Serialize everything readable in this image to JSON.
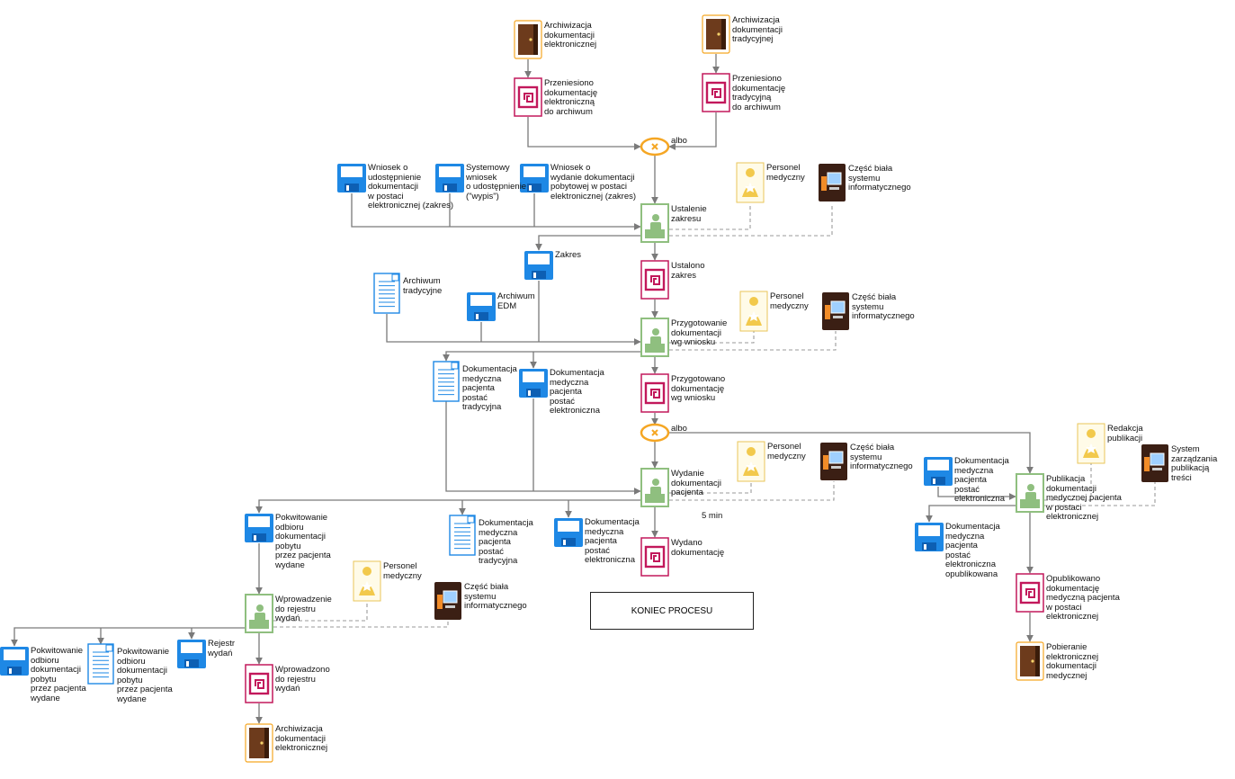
{
  "colors": {
    "process": "#8fbf7f",
    "event": "#c2185b",
    "document": "#1e88e5",
    "gateway": "#f5a623",
    "door": "#6d3b1c",
    "person": "#f2c94c",
    "system": "#3b1f14",
    "connector": "#7a7a7a"
  },
  "gateway_label": "albo",
  "time_label": "5 min",
  "end_label": "KONIEC PROCESU",
  "nodes": [
    {
      "id": "d1",
      "type": "door",
      "label": "Archiwizacja\ndokumentacji\nelektronicznej"
    },
    {
      "id": "d2",
      "type": "door",
      "label": "Archiwizacja\ndokumentacji\ntradycyjnej"
    },
    {
      "id": "e1",
      "type": "event",
      "label": "Przeniesiono\ndokumentację\nelektroniczną\ndo archiwum"
    },
    {
      "id": "e2",
      "type": "event",
      "label": "Przeniesiono\ndokumentację\ntradycyjną\ndo archiwum"
    },
    {
      "id": "f1",
      "type": "floppy",
      "label": "Wniosek o\nudostępnienie\ndokumentacji\nw postaci\nelektronicznej (zakres)"
    },
    {
      "id": "f2",
      "type": "floppy",
      "label": "Systemowy\nwniosek\no udostępnienie\n(\"wypis\")"
    },
    {
      "id": "f3",
      "type": "floppy",
      "label": "Wniosek o\nwydanie dokumentacji\npobytowej w postaci\nelektronicznej (zakres)"
    },
    {
      "id": "pe1",
      "type": "person",
      "label": "Personel\nmedyczny"
    },
    {
      "id": "s1",
      "type": "system",
      "label": "Część biała\nsystemu\ninformatycznego"
    },
    {
      "id": "p1",
      "type": "process",
      "label": "Ustalenie\nzakresu"
    },
    {
      "id": "f4",
      "type": "floppy",
      "label": "Zakres"
    },
    {
      "id": "e3",
      "type": "event",
      "label": "Ustalono\nzakres"
    },
    {
      "id": "r1",
      "type": "paper",
      "label": "Archiwum\ntradycyjne"
    },
    {
      "id": "f5",
      "type": "floppy",
      "label": "Archiwum\nEDM"
    },
    {
      "id": "pe2",
      "type": "person",
      "label": "Personel\nmedyczny"
    },
    {
      "id": "s2",
      "type": "system",
      "label": "Część biała\nsystemu\ninformatycznego"
    },
    {
      "id": "p2",
      "type": "process",
      "label": "Przygotowanie\ndokumentacji\nwg wniosku"
    },
    {
      "id": "r2",
      "type": "paper",
      "label": "Dokumentacja\nmedyczna\npacjenta\npostać\ntradycyjna"
    },
    {
      "id": "f6",
      "type": "floppy",
      "label": "Dokumentacja\nmedyczna\npacjenta\npostać\nelektroniczna"
    },
    {
      "id": "e4",
      "type": "event",
      "label": "Przygotowano\ndokumentację\nwg wniosku"
    },
    {
      "id": "pe3",
      "type": "person",
      "label": "Personel\nmedyczny"
    },
    {
      "id": "s3",
      "type": "system",
      "label": "Część biała\nsystemu\ninformatycznego"
    },
    {
      "id": "p3",
      "type": "process",
      "label": "Wydanie\ndokumentacji\npacjenta"
    },
    {
      "id": "f7",
      "type": "floppy",
      "label": "Pokwitowanie\nodbioru\ndokumentacji\npobytu\nprzez pacjenta\nwydane"
    },
    {
      "id": "r3",
      "type": "paper",
      "label": "Dokumentacja\nmedyczna\npacjenta\npostać\ntradycyjna"
    },
    {
      "id": "f8",
      "type": "floppy",
      "label": "Dokumentacja\nmedyczna\npacjenta\npostać\nelektroniczna"
    },
    {
      "id": "e5",
      "type": "event",
      "label": "Wydano\ndokumentację"
    },
    {
      "id": "pe4",
      "type": "person",
      "label": "Personel\nmedyczny"
    },
    {
      "id": "s4",
      "type": "system",
      "label": "Część biała\nsystemu\ninformatycznego"
    },
    {
      "id": "p4",
      "type": "process",
      "label": "Wprowadzenie\ndo rejestru\nwydań"
    },
    {
      "id": "f9",
      "type": "floppy",
      "label": "Pokwitowanie\nodbioru\ndokumentacji\npobytu\nprzez pacjenta\nwydane"
    },
    {
      "id": "r4",
      "type": "paper",
      "label": "Pokwitowanie\nodbioru\ndokumentacji\npobytu\nprzez pacjenta\nwydane"
    },
    {
      "id": "f10",
      "type": "floppy",
      "label": "Rejestr\nwydań"
    },
    {
      "id": "e6",
      "type": "event",
      "label": "Wprowadzono\ndo rejestru\nwydań"
    },
    {
      "id": "d3",
      "type": "door",
      "label": "Archiwizacja\ndokumentacji\nelektronicznej"
    },
    {
      "id": "pe5",
      "type": "person",
      "label": "Redakcja\npublikacji"
    },
    {
      "id": "s5",
      "type": "system",
      "label": "System\nzarządzania\npublikacją\ntreści"
    },
    {
      "id": "f11",
      "type": "floppy",
      "label": "Dokumentacja\nmedyczna\npacjenta\npostać\nelektroniczna"
    },
    {
      "id": "p5",
      "type": "process",
      "label": "Publikacja\ndokumentacji\nmedycznej pacjenta\nw postaci\nelektronicznej"
    },
    {
      "id": "f12",
      "type": "floppy",
      "label": "Dokumentacja\nmedyczna\npacjenta\npostać\nelektroniczna\nopublikowana"
    },
    {
      "id": "e7",
      "type": "event",
      "label": "Opublikowano\ndokumentację\nmedyczną pacjenta\nw postaci\nelektronicznej"
    },
    {
      "id": "d4",
      "type": "door",
      "label": "Pobieranie\nelektronicznej\ndokumentacji\nmedycznej"
    }
  ]
}
